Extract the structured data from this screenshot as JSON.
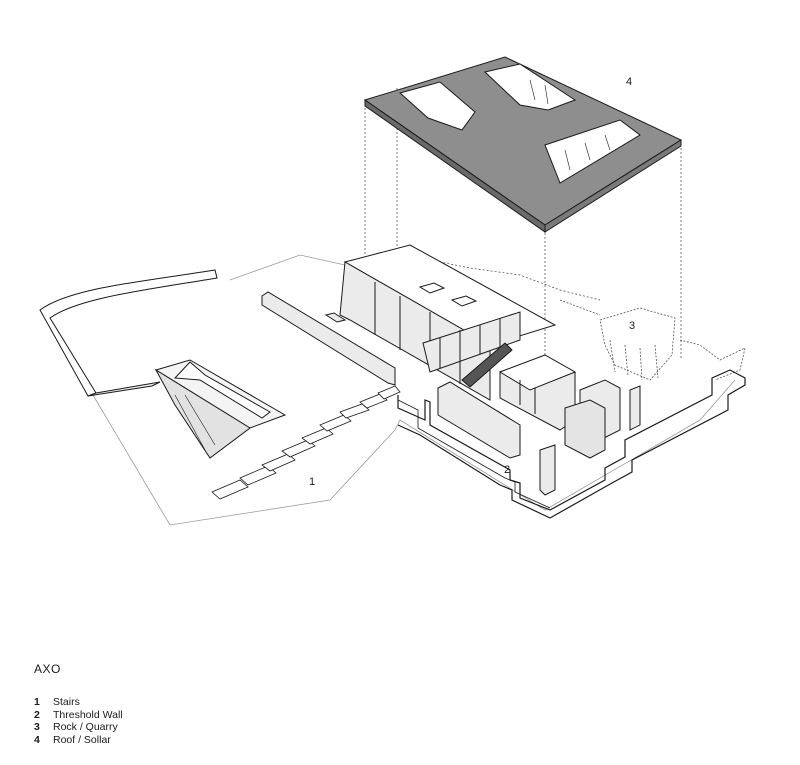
{
  "callouts": {
    "stairs": "1",
    "threshold_wall": "2",
    "rock_quarry": "3",
    "roof": "4"
  },
  "legend": {
    "title": "AXO",
    "items": [
      {
        "num": "1",
        "label": "Stairs"
      },
      {
        "num": "2",
        "label": "Threshold Wall"
      },
      {
        "num": "3",
        "label": "Rock / Quarry"
      },
      {
        "num": "4",
        "label": "Roof / Sollar"
      }
    ]
  },
  "colors": {
    "line": "#1a1a1a",
    "roof": "#8e8e8e",
    "wall_face": "#ebebeb",
    "ground": "#ffffff",
    "light_line": "#9a9a9a"
  }
}
